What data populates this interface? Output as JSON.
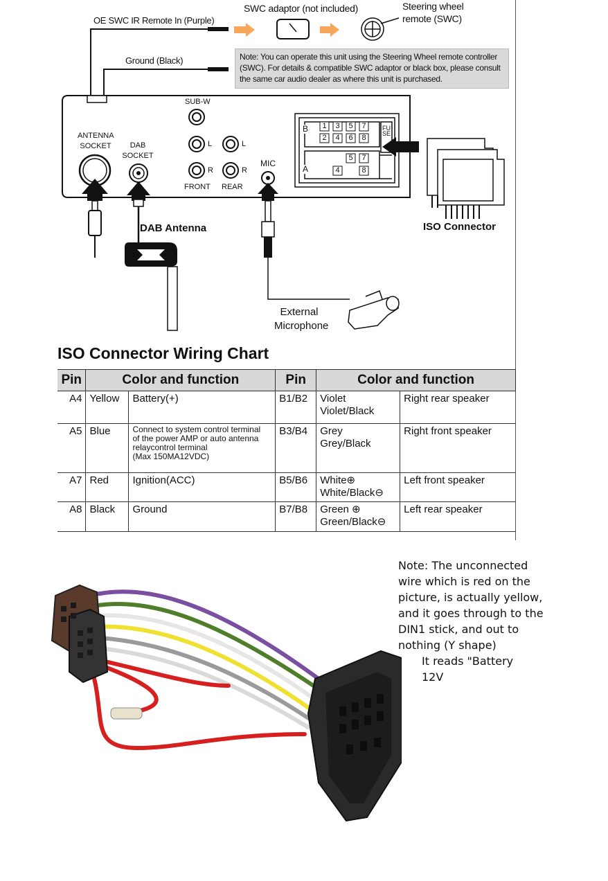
{
  "diagram": {
    "labels": {
      "oe_swc": "OE SWC IR Remote In (Purple)",
      "ground": "Ground (Black)",
      "swc_adaptor": "SWC adaptor (not included)",
      "steering_wheel": [
        "Steering wheel",
        "remote (SWC)"
      ],
      "note": "Note: You can operate this unit using the Steering Wheel remote controller (SWC).  For details & compatible SWC adaptor or black box, please consult the same car audio dealer as where this unit is purchased.",
      "subw": "SUB-W",
      "antenna_socket": [
        "ANTENNA",
        "SOCKET"
      ],
      "dab_socket": [
        "DAB",
        "SOCKET"
      ],
      "l1": "L",
      "l2": "L",
      "r1": "R",
      "r2": "R",
      "front": "FRONT",
      "rear": "REAR",
      "mic": "MIC",
      "fuse": "FUSE",
      "block_b": "B",
      "block_a": "A",
      "pins_b_top": [
        "1",
        "3",
        "5",
        "7"
      ],
      "pins_b_bottom": [
        "2",
        "4",
        "6",
        "8"
      ],
      "pins_a_top": [
        "5",
        "7"
      ],
      "pins_a_bottom": [
        "4",
        "8"
      ],
      "iso_connector": "ISO Connector",
      "dab_antenna": "DAB Antenna",
      "external_mic": [
        "External",
        "Microphone"
      ]
    }
  },
  "wiring_chart": {
    "title": "ISO Connector Wiring Chart",
    "headers": {
      "pin": "Pin",
      "color_function": "Color and function"
    },
    "rows": [
      {
        "pin_a": "A4",
        "color_a": "Yellow",
        "func_a": "Battery(+)",
        "pin_b": "B1/B2",
        "color_b": [
          "Violet",
          "Violet/Black"
        ],
        "func_b": "Right rear speaker"
      },
      {
        "pin_a": "A5",
        "color_a": "Blue",
        "func_a": [
          "Connect to system control terminal",
          "of the power AMP or auto antenna",
          "relaycontrol terminal",
          "(Max 150MA12VDC)"
        ],
        "pin_b": "B3/B4",
        "color_b": [
          "Grey",
          "Grey/Black"
        ],
        "func_b": "Right front speaker"
      },
      {
        "pin_a": "A7",
        "color_a": "Red",
        "func_a": "Ignition(ACC)",
        "pin_b": "B5/B6",
        "color_b": [
          "White⊕",
          "White/Black⊖"
        ],
        "func_b": "Left front speaker"
      },
      {
        "pin_a": "A8",
        "color_a": "Black",
        "func_a": "Ground",
        "pin_b": "B7/B8",
        "color_b": [
          "Green ⊕",
          "Green/Black⊖"
        ],
        "func_b": "Left rear speaker"
      }
    ]
  },
  "bottom_note": {
    "lines": [
      "Note: The unconnected",
      "wire which is red on the",
      "picture, is actually yellow,",
      "and it goes through to the",
      "DIN1 stick, and out to",
      "nothing (Y shape)"
    ],
    "indented": [
      "It reads \"Battery",
      "12V"
    ]
  }
}
